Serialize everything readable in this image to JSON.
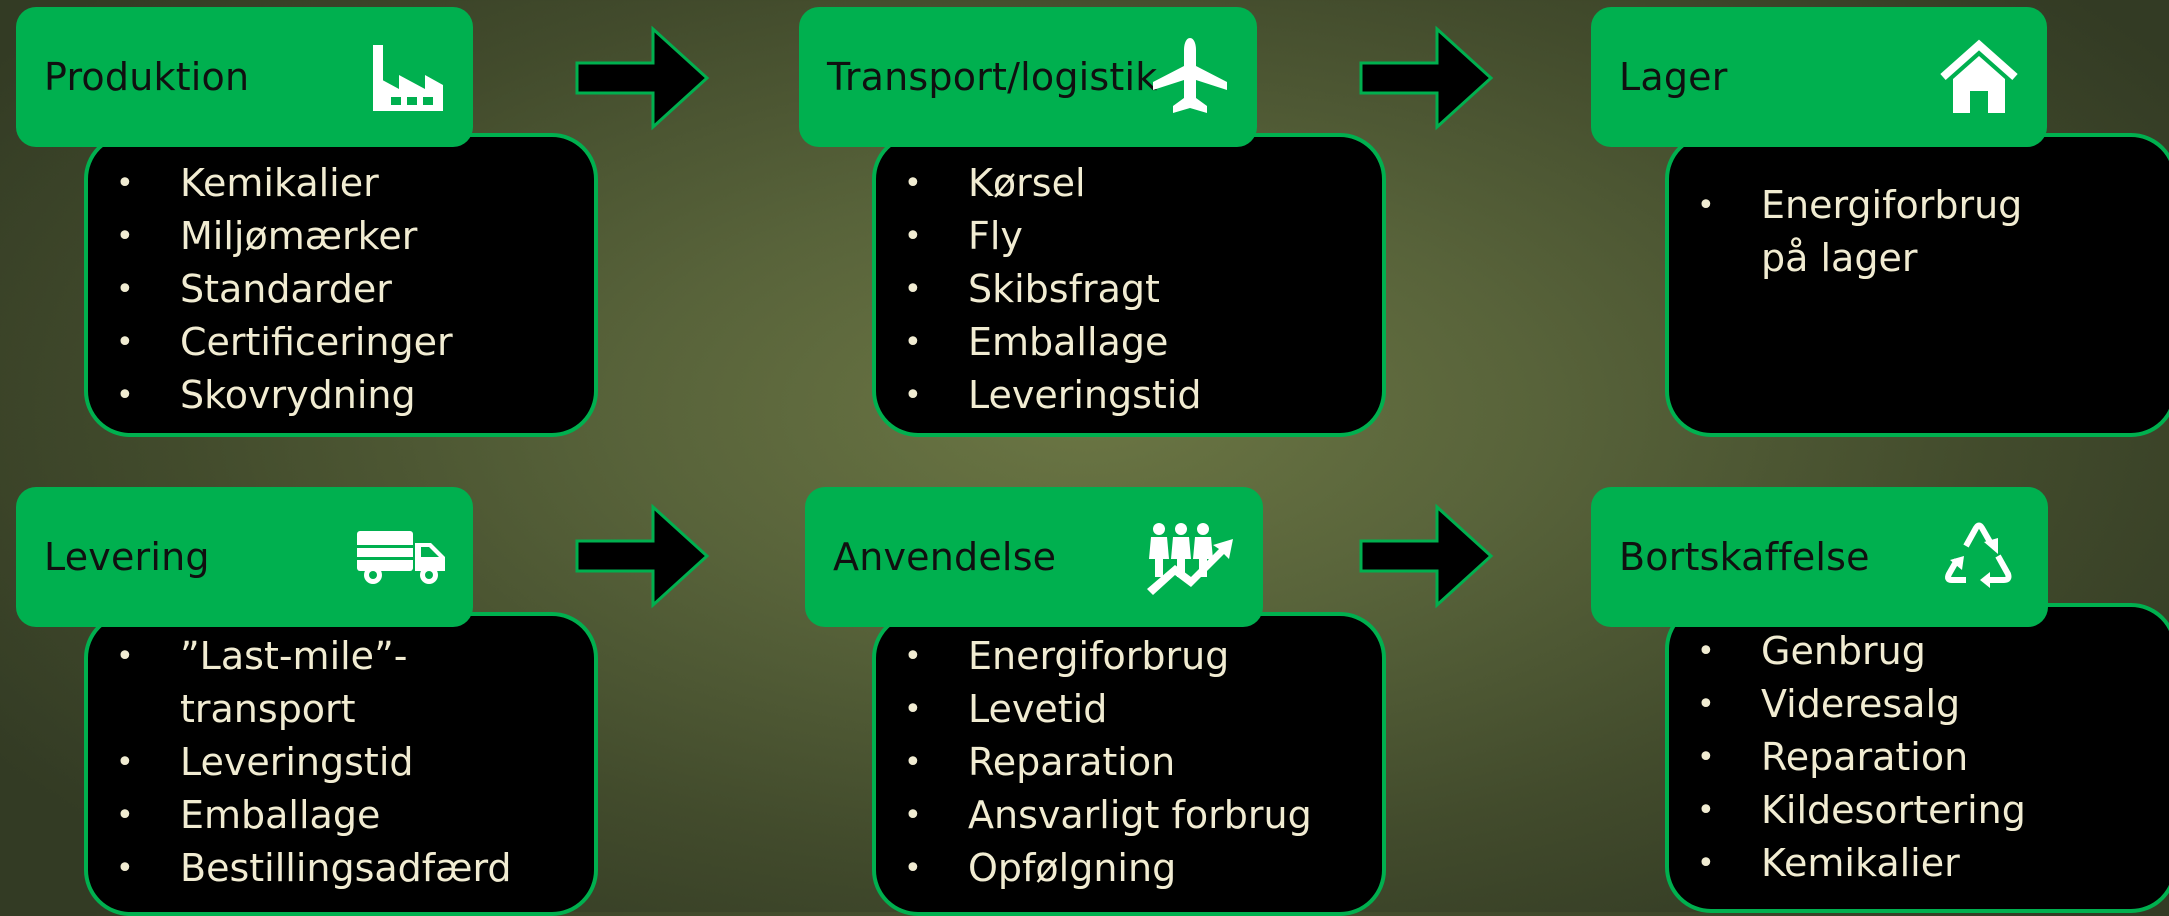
{
  "colors": {
    "accent": "#00b04f",
    "card_background": "#000000",
    "card_text": "#f1ecd2",
    "header_text": "#101010",
    "arrow_fill": "#000000",
    "arrow_outline": "#00b04f"
  },
  "stages": [
    {
      "title": "Produktion",
      "icon": "factory-icon",
      "items": [
        "Kemikalier",
        "Miljømærker",
        "Standarder",
        "Certificeringer",
        "Skovrydning"
      ]
    },
    {
      "title": "Transport/logistik",
      "icon": "airplane-icon",
      "items": [
        "Kørsel",
        "Fly",
        "Skibsfragt",
        "Emballage",
        "Leveringstid"
      ]
    },
    {
      "title": "Lager",
      "icon": "house-icon",
      "items": [
        "Energiforbrug på lager"
      ]
    },
    {
      "title": "Levering",
      "icon": "truck-icon",
      "items": [
        "”Last-mile”-transport",
        "Leveringstid",
        "Emballage",
        "Bestillingsadfærd"
      ]
    },
    {
      "title": "Anvendelse",
      "icon": "people-growth-icon",
      "items": [
        "Energiforbrug",
        "Levetid",
        "Reparation",
        "Ansvarligt forbrug",
        "Opfølgning"
      ]
    },
    {
      "title": "Bortskaffelse",
      "icon": "recycle-icon",
      "items": [
        "Genbrug",
        "Videresalg",
        "Reparation",
        "Kildesortering",
        "Kemikalier"
      ]
    }
  ]
}
